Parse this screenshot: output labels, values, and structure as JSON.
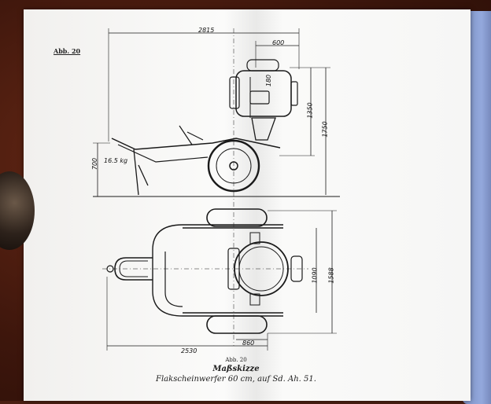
{
  "figure_label": "Abb. 20",
  "dimensions": {
    "overall_length": "2815",
    "lamp_length": "600",
    "lamp_detail": "180",
    "lamp_height": "1350",
    "total_height": "1750",
    "hitch_height": "700",
    "hitch_load": "16.5 kg",
    "track_width": "1090",
    "overall_width": "1588",
    "wheel_width": "860",
    "base_length": "2530"
  },
  "caption": {
    "figure_number": "Abb. 20",
    "title": "Maßskizze",
    "subtitle": "Flakscheinwerfer 60 cm, auf Sd. Ah. 51."
  }
}
